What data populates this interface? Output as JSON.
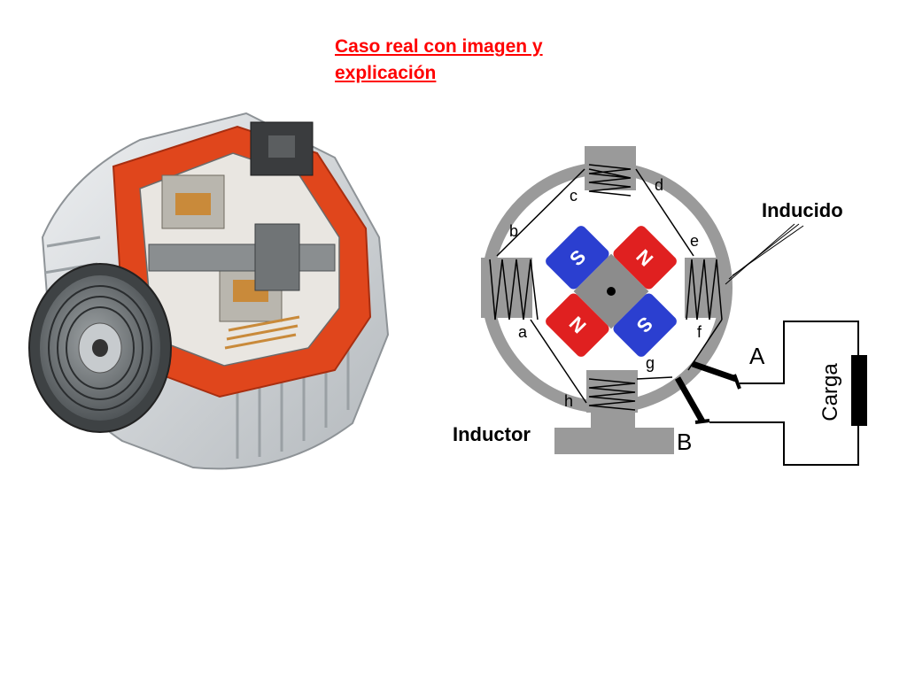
{
  "title": {
    "line1": "Caso real con imagen y",
    "line2": "explicación"
  },
  "photo": {
    "icon": "alternator-cutaway-illustration",
    "colors": {
      "housing": "#d4d8dc",
      "cut": "#e0461c",
      "copper": "#c98a3a"
    }
  },
  "diagram": {
    "labels": {
      "inducido": "Inducido",
      "inductor": "Inductor",
      "carga": "Carga",
      "terminal_a": "A",
      "terminal_b": "B"
    },
    "coil_taps": [
      "a",
      "b",
      "c",
      "d",
      "e",
      "f",
      "g",
      "h"
    ],
    "magnet_poles": [
      "N",
      "S",
      "S",
      "N"
    ],
    "colors": {
      "stator": "#9a9a9a",
      "north": "#e02020",
      "south": "#2b3fd0",
      "rotor": "#8c8c8c",
      "wire": "#000000"
    }
  }
}
